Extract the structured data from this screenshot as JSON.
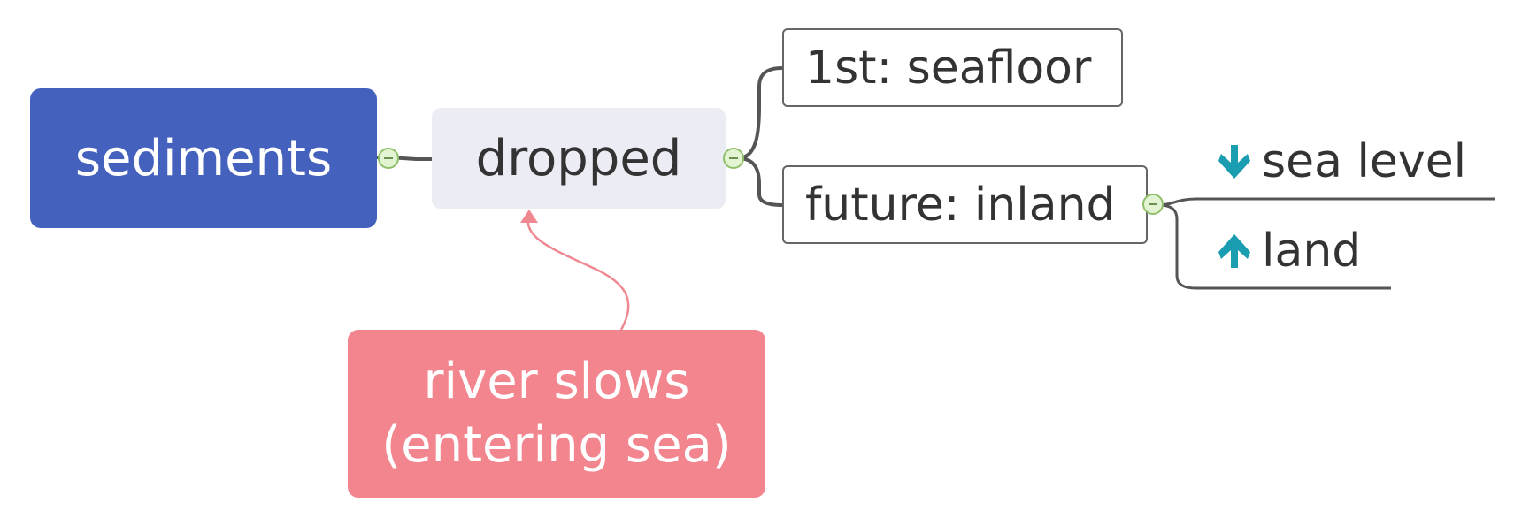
{
  "colors": {
    "central_bg": "#4461be",
    "central_text": "#ffffff",
    "main_bg": "#ecedf4",
    "main_text": "#333333",
    "floating_bg": "#f3858f",
    "floating_text": "#ffffff",
    "connector": "#555555",
    "relationship": "#f08891",
    "marker": "#1a9db1"
  },
  "central": {
    "label": "sediments"
  },
  "main_topic": {
    "label": "dropped"
  },
  "subtopics": [
    {
      "label": "1st: seafloor"
    },
    {
      "label": "future: inland"
    }
  ],
  "leaves": [
    {
      "label": "sea level",
      "marker": "arrow-down-icon"
    },
    {
      "label": "land",
      "marker": "arrow-up-icon"
    }
  ],
  "floating_topic": {
    "line1": "river slows",
    "line2": "(entering sea)"
  }
}
